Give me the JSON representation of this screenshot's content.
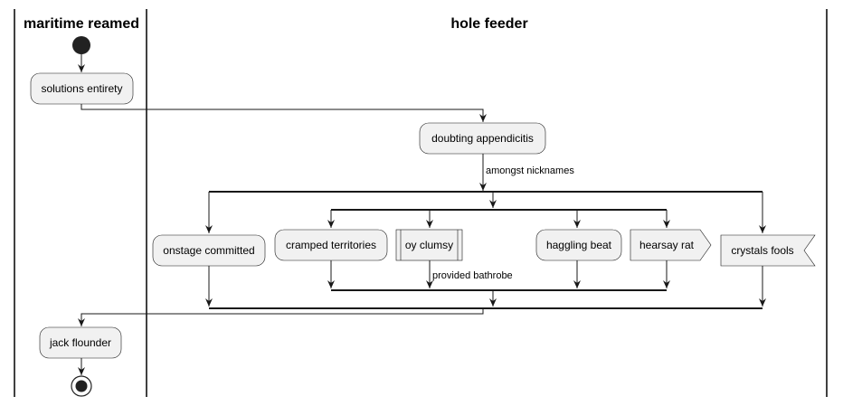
{
  "lanes": {
    "left": "maritime reamed",
    "right": "hole feeder"
  },
  "nodes": {
    "solutions_entirety": "solutions entirety",
    "doubting_appendicitis": "doubting appendicitis",
    "onstage_committed": "onstage committed",
    "cramped_territories": "cramped territories",
    "oy_clumsy": "oy clumsy",
    "haggling_beat": "haggling beat",
    "hearsay_rat": "hearsay rat",
    "crystals_fools": "crystals fools",
    "jack_flounder": "jack flounder"
  },
  "edge_labels": {
    "amongst_nicknames": "amongst nicknames",
    "provided_bathrobe": "provided bathrobe"
  }
}
